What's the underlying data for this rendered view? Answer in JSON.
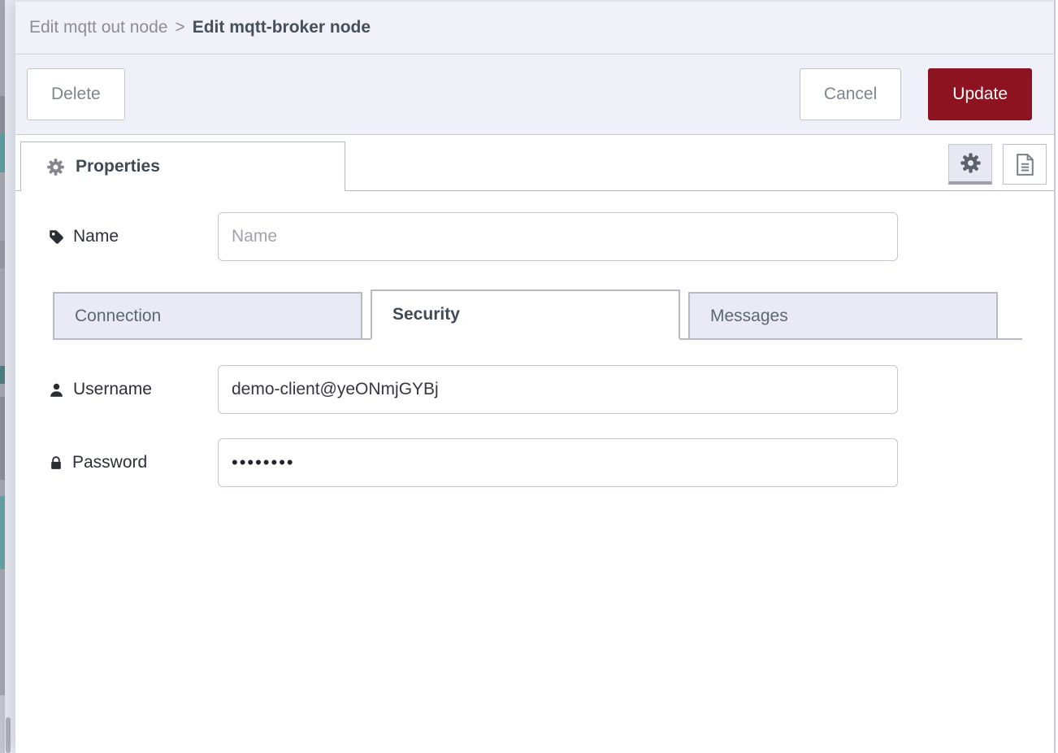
{
  "breadcrumb": {
    "parent": "Edit mqtt out node",
    "separator": ">",
    "current": "Edit mqtt-broker node"
  },
  "toolbar": {
    "delete_label": "Delete",
    "cancel_label": "Cancel",
    "update_label": "Update"
  },
  "editor_tabs": {
    "properties_label": "Properties"
  },
  "form": {
    "name": {
      "label": "Name",
      "placeholder": "Name",
      "value": ""
    },
    "broker_tabs": [
      {
        "label": "Connection",
        "active": false
      },
      {
        "label": "Security",
        "active": true
      },
      {
        "label": "Messages",
        "active": false
      }
    ],
    "username": {
      "label": "Username",
      "value": "demo-client@yeONmjGYBj"
    },
    "password": {
      "label": "Password",
      "value": "••••••••"
    }
  },
  "colors": {
    "primary_button_red": "#8d1320",
    "tray_header_bg": "#f1f1f9",
    "inactive_tab_bg": "#e9eaf5",
    "border_gray": "#b9b9c3",
    "palette_node_teal": "#67a4a4"
  }
}
